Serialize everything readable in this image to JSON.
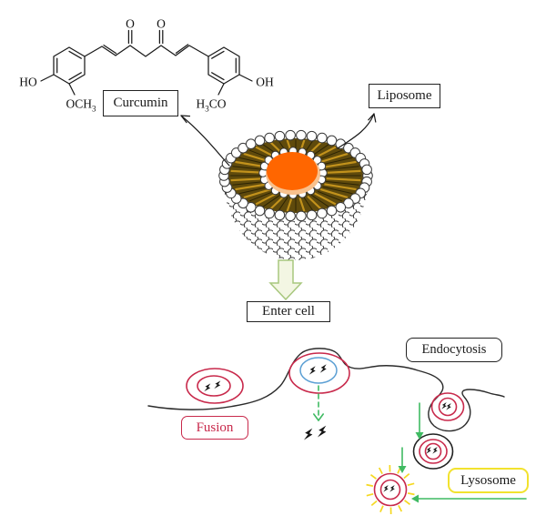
{
  "figure": {
    "labels": {
      "curcumin": "Curcumin",
      "liposome": "Liposome",
      "enter_cell": "Enter cell",
      "fusion": "Fusion",
      "endocytosis": "Endocytosis",
      "lysosome": "Lysosome"
    },
    "chem": {
      "ho": "HO",
      "och3_pre": "OCH",
      "och3_sub": "3",
      "o_left": "O",
      "o_right": "O",
      "h3co_pre": "H",
      "h3co_sub": "3",
      "h3co_post": "CO",
      "oh": "OH"
    },
    "icons": {
      "curcumin_molecule": "lightning-bolt-icon",
      "pointer": "curved-arrow-icon",
      "enter_cell": "block-arrow-down-icon"
    },
    "colors": {
      "vesicle_red": "#c8294b",
      "vesicle_blue": "#5b9fd4",
      "arrow_green": "#3fba62",
      "lysosome_yellow": "#f5d821",
      "lysosome_box_border": "#f2e22e",
      "membrane_black": "#2b2b2b",
      "core_orange": "#ff6600",
      "core_peach": "#f8c18d",
      "tail_dark": "#5f4a0c",
      "tail_gold": "#c2921c",
      "tail_shadow": "#2d2404",
      "head_white": "#ffffff",
      "head_outline": "#3a3a3a",
      "block_arrow_fill": "#f3f6e3",
      "block_arrow_border": "#a8c77e"
    }
  }
}
